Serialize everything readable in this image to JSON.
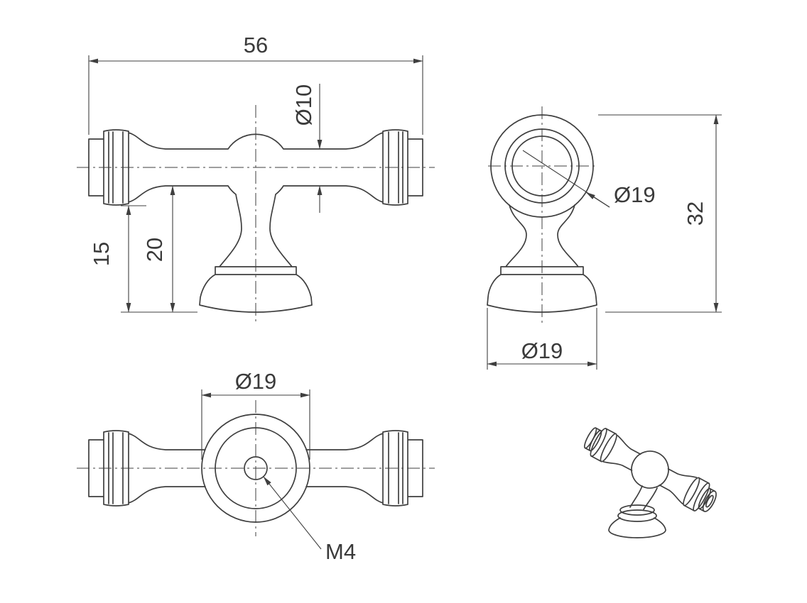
{
  "drawing": {
    "background": "#ffffff",
    "line_color": "#3f3f3f",
    "views": {
      "front": {
        "dim_width": "56",
        "dim_shaft_diameter": "Ø10",
        "dim_base_height": "15",
        "dim_stem_height": "20"
      },
      "side": {
        "dim_head_diameter": "Ø19",
        "dim_overall_height": "32",
        "dim_base_diameter": "Ø19"
      },
      "top": {
        "dim_knob_diameter": "Ø19",
        "dim_thread": "M4"
      }
    }
  }
}
